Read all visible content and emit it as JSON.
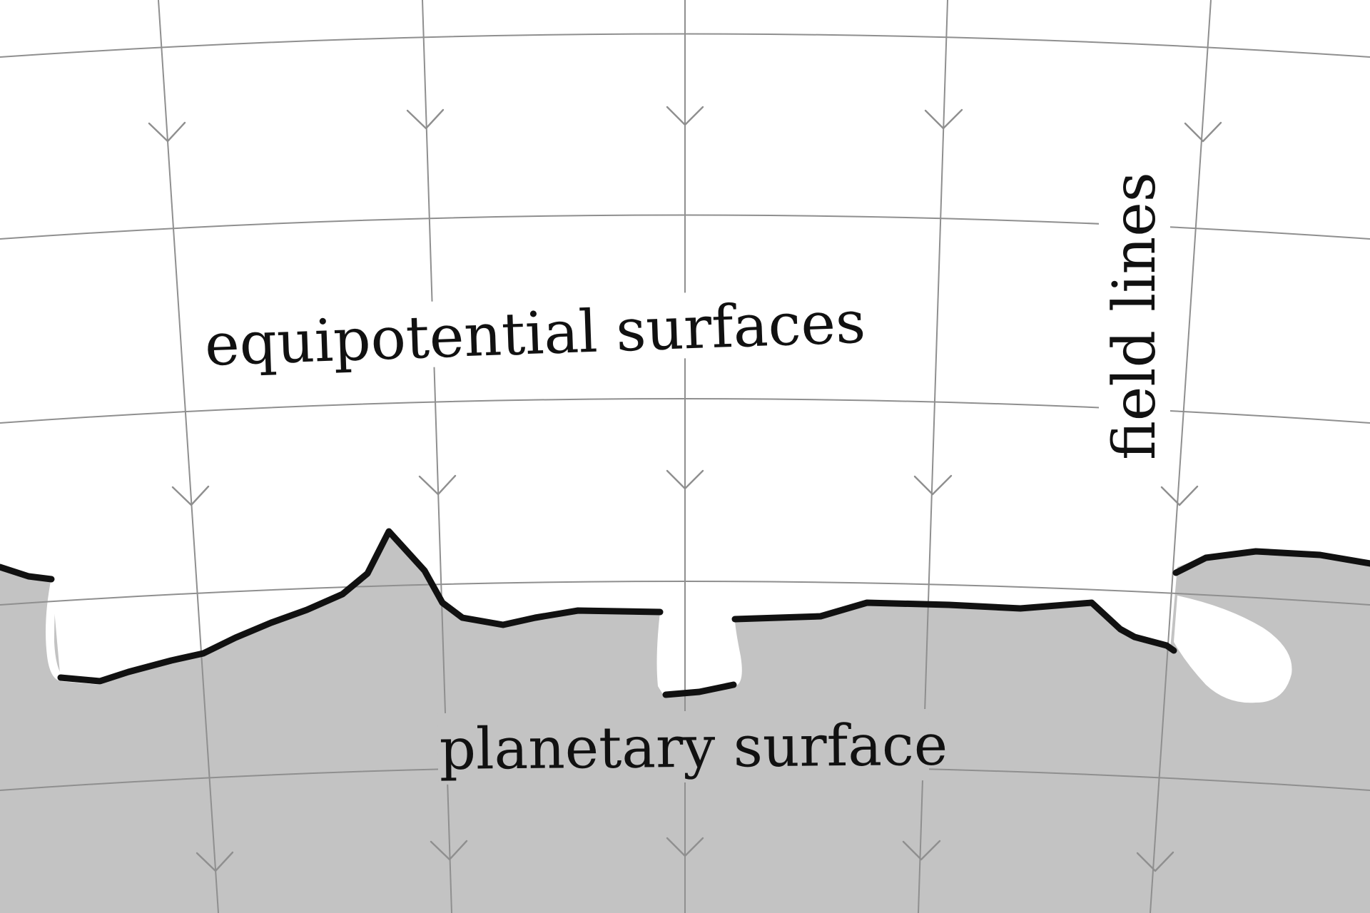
{
  "labels": {
    "equipotential": "equipotential surfaces",
    "field_lines": "field lines",
    "planetary_surface": "planetary surface"
  },
  "colors": {
    "ground": "#c3c3c3",
    "sky": "#ffffff",
    "grid": "#8f8f8f",
    "surface_edge": "#111111"
  }
}
